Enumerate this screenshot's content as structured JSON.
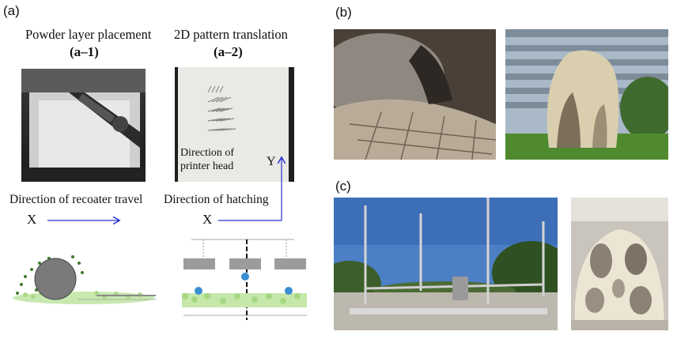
{
  "panel_a": {
    "label": "(a)",
    "sub1_title": "Powder layer placement",
    "sub1_label": "(a–1)",
    "sub2_title": "2D pattern translation",
    "sub2_label": "(a–2)",
    "printer_head_line1": "Direction of",
    "printer_head_line2": "printer head",
    "y_axis": "Y",
    "recoater_caption": "Direction of recoater travel",
    "recoater_axis": "X",
    "hatching_caption": "Direction of hatching",
    "hatching_axis": "X"
  },
  "panel_b": {
    "label": "(b)"
  },
  "panel_c": {
    "label": "(c)"
  },
  "colors": {
    "arrow": "#2a2fd6",
    "powder": "#b9e29a",
    "droplet": "#3a8fd0"
  }
}
